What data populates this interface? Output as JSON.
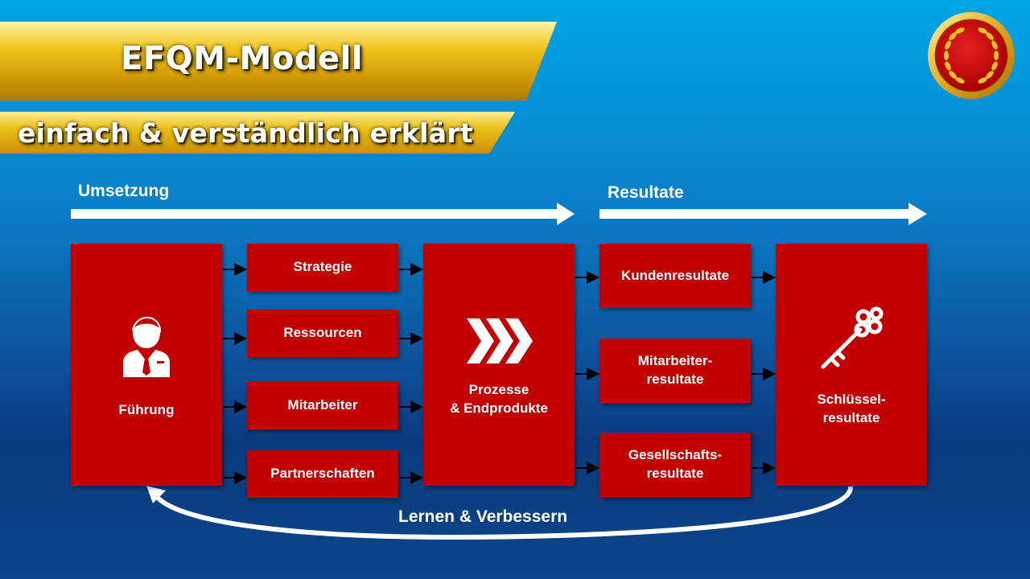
{
  "header": {
    "title": "EFQM-Modell",
    "subtitle": "einfach & verständlich erklärt"
  },
  "phases": {
    "left": "Umsetzung",
    "right": "Resultate"
  },
  "boxes": {
    "fuehrung": "Führung",
    "strategie": "Strategie",
    "ressourcen": "Ressourcen",
    "mitarbeiter": "Mitarbeiter",
    "partnerschaften": "Partnerschaften",
    "prozesse_line1": "Prozesse",
    "prozesse_line2": "& Endprodukte",
    "kundenresultate": "Kundenresultate",
    "mitarbeiterresultate_line1": "Mitarbeiter-",
    "mitarbeiterresultate_line2": "resultate",
    "gesellschaftsresultate_line1": "Gesellschafts-",
    "gesellschaftsresultate_line2": "resultate",
    "schluesselresultate_line1": "Schlüssel-",
    "schluesselresultate_line2": "resultate"
  },
  "loop": {
    "label": "Lernen & Verbessern"
  },
  "icons": {
    "leader": "businessman-icon",
    "process": "chevrons-icon",
    "key": "key-icon",
    "medal": "laurel-medal-icon"
  },
  "colors": {
    "box": "#c20000",
    "gold": "#f0c419",
    "background_top": "#00a6e6",
    "background_bottom": "#0a3a7e"
  }
}
